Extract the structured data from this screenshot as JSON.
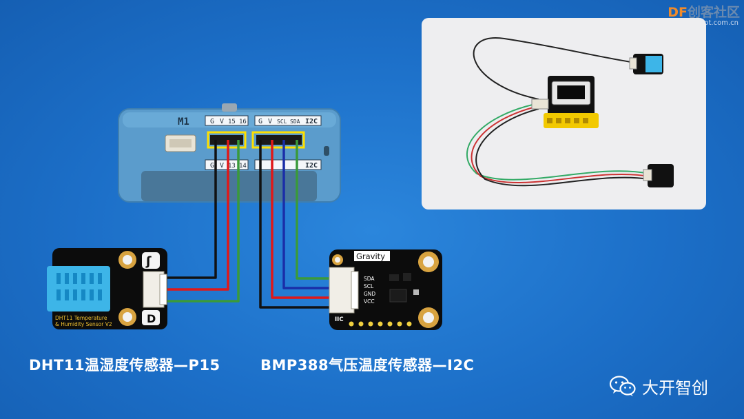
{
  "watermark": {
    "brand_latin": "DF",
    "brand_cn": "创客社区",
    "url": "mc.DFRobot.com.cn"
  },
  "controller": {
    "label": "M1",
    "top_header_left": [
      "G",
      "V",
      "15",
      "16"
    ],
    "top_header_right": [
      "G",
      "V",
      "SCL",
      "SDA",
      "I2C"
    ],
    "bottom_header_left": [
      "G",
      "V",
      "13",
      "14"
    ],
    "bottom_header_right_tail": "I2C"
  },
  "dht11_board": {
    "label_line1": "DHT11 Temperature",
    "label_line2": "& Humidity Sensor V2",
    "logo_top": "ʃ",
    "logo_bottom": "D"
  },
  "bmp388_board": {
    "title": "Gravity",
    "pins": [
      "SDA",
      "SCL",
      "GND",
      "VCC"
    ],
    "iface": "IIC"
  },
  "captions": {
    "left": "DHT11温湿度传感器—P15",
    "right": "BMP388气压温度传感器—I2C"
  },
  "footer_brand": {
    "name": "大开智创",
    "icon": "wechat-icon"
  },
  "colors": {
    "background": "#1c6fc8",
    "highlight_box": "#ffe000",
    "wire_black": "#111111",
    "wire_red": "#e01818",
    "wire_green": "#3a9a3a",
    "wire_blue": "#1a2ea8"
  }
}
